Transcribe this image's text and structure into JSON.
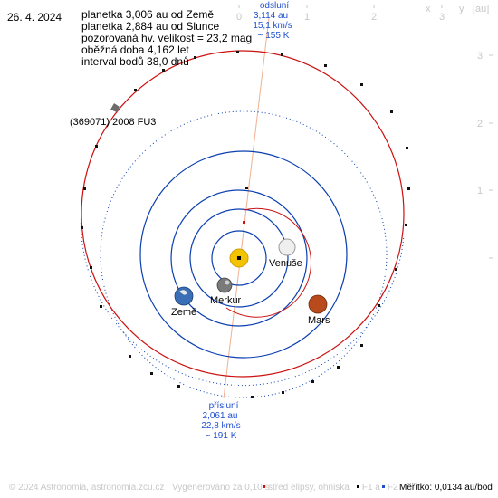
{
  "date": "26. 4. 2024",
  "info": {
    "line1": "planetka 3,006 au od Země",
    "line2": "planetka 2,884 au od Slunce",
    "line3": "pozorovaná hv. velikost = 23,2 mag",
    "line4": "oběžná doba 4,162 let",
    "line5": "interval bodů 38,0 dnů"
  },
  "asteroid": {
    "label": "(369071) 2008 FU3"
  },
  "aphelion": {
    "title": "odsluní",
    "distance": "3,114 au",
    "speed": "15,1 km/s",
    "temp": "~ 155 K"
  },
  "perihelion": {
    "title": "přísluní",
    "distance": "2,061 au",
    "speed": "22,8 km/s",
    "temp": "~ 191 K"
  },
  "planets": {
    "venus": "Venuše",
    "mercury": "Merkur",
    "earth": "Země",
    "mars": "Mars"
  },
  "axes": {
    "x_ticks": [
      "0",
      "1",
      "2",
      "3"
    ],
    "y_ticks": [
      "3",
      "2",
      "1"
    ],
    "x_label": "x",
    "y_label": "y",
    "unit": "[au]"
  },
  "footer": {
    "copyright": "© 2024 Astronomia, astronomia.zcu.cz",
    "generated": "Vygenerováno za 0,10 s",
    "legend_center": "střed elipsy, ohniska",
    "legend_f1": "F1 a",
    "legend_f2": "F2",
    "scale": "Měřítko: 0,0134 au/bod"
  },
  "colors": {
    "asteroid_orbit": "#cc1111",
    "planet_orbit": "#0b3fb0",
    "apsis_line": "#f0b090",
    "apsis_text": "#1f4fd0",
    "sun": "#f2c400",
    "mars": "#b84a1c"
  }
}
